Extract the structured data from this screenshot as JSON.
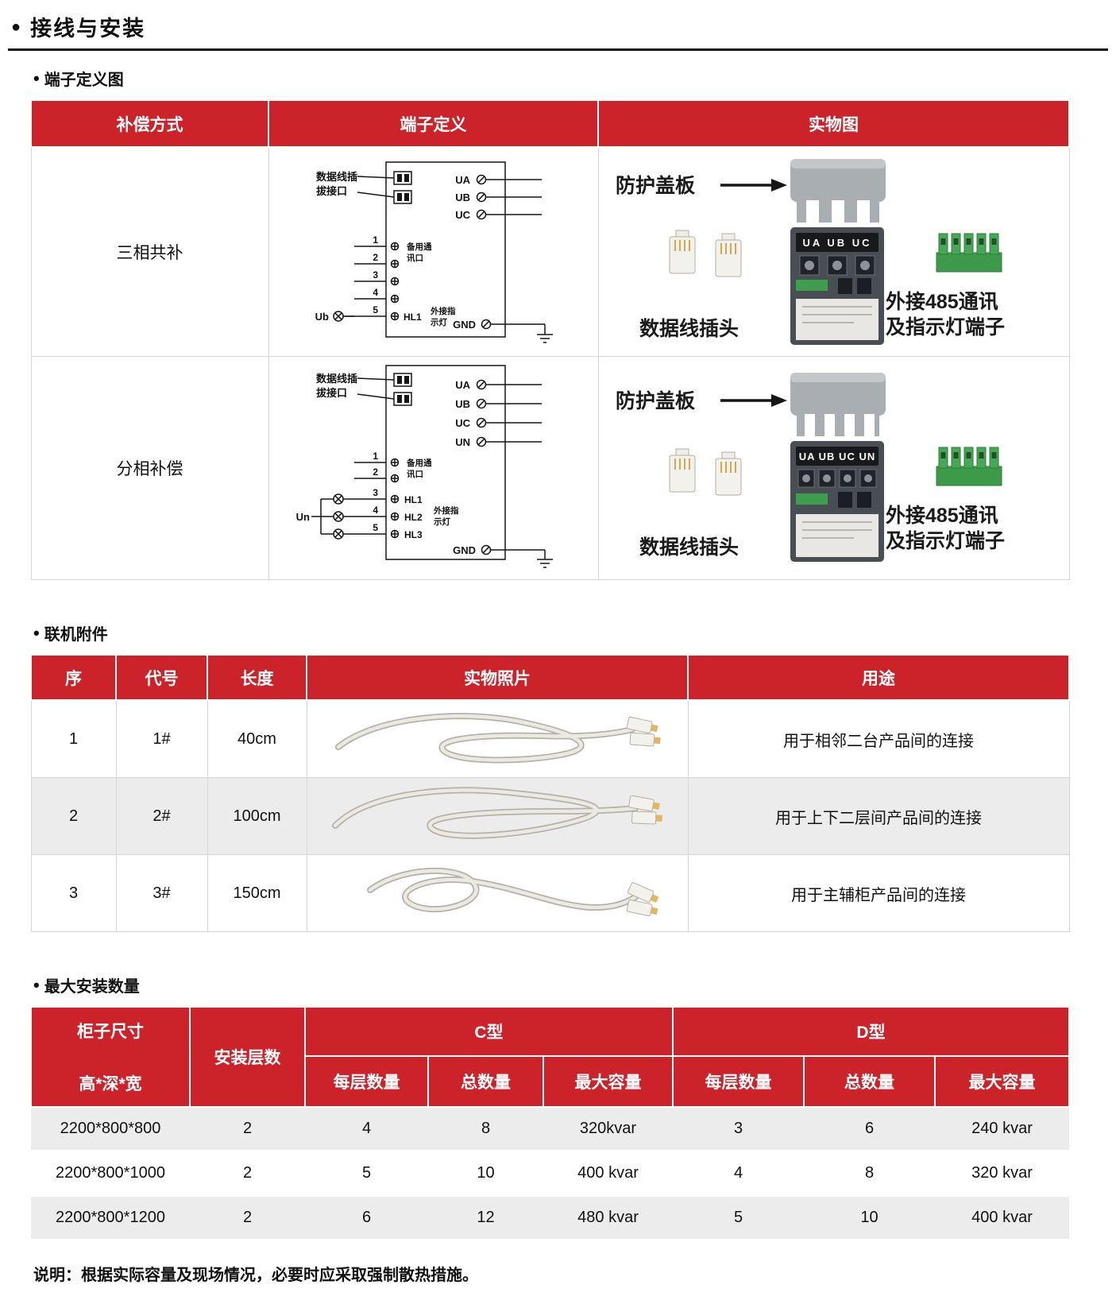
{
  "colors": {
    "header_red": "#cc2229",
    "row_alt": "#ececec"
  },
  "page": {
    "title": "接线与安装",
    "note": "说明：根据实际容量及现场情况，必要时应采取强制散热措施。"
  },
  "terminal_section": {
    "label": "端子定义图",
    "headers": [
      "补偿方式",
      "端子定义",
      "实物图"
    ],
    "rows": [
      {
        "method": "三相共补",
        "diagram": {
          "port_label_1": "数据线插",
          "port_label_2": "拔接口",
          "right_terminals": [
            "UA",
            "UB",
            "UC"
          ],
          "pins": [
            "1",
            "2",
            "3",
            "4",
            "5"
          ],
          "comm_label_1": "备用通",
          "comm_label_2": "讯口",
          "hl": "HL1",
          "ind_label_1": "外接指",
          "ind_label_2": "示灯",
          "lamp": "Ub",
          "gnd": "GND"
        },
        "photo": {
          "cover_label": "防护盖板",
          "plug_label": "数据线插头",
          "panel_terminals": "UA UB UC",
          "t485_label_1": "外接485通讯",
          "t485_label_2": "及指示灯端子"
        }
      },
      {
        "method": "分相补偿",
        "diagram": {
          "port_label_1": "数据线插",
          "port_label_2": "拔接口",
          "right_terminals": [
            "UA",
            "UB",
            "UC",
            "UN"
          ],
          "pins": [
            "1",
            "2",
            "3",
            "4",
            "5"
          ],
          "comm_label_1": "备用通",
          "comm_label_2": "讯口",
          "hls": [
            "HL1",
            "HL2",
            "HL3"
          ],
          "ind_label_1": "外接指",
          "ind_label_2": "示灯",
          "lamp": "Un",
          "gnd": "GND"
        },
        "photo": {
          "cover_label": "防护盖板",
          "plug_label": "数据线插头",
          "panel_terminals": "UA UB UC UN",
          "t485_label_1": "外接485通讯",
          "t485_label_2": "及指示灯端子"
        }
      }
    ]
  },
  "accessories_section": {
    "label": "联机附件",
    "headers": [
      "序",
      "代号",
      "长度",
      "实物照片",
      "用途"
    ],
    "rows": [
      {
        "seq": "1",
        "code": "1#",
        "length": "40cm",
        "use": "用于相邻二台产品间的连接"
      },
      {
        "seq": "2",
        "code": "2#",
        "length": "100cm",
        "use": "用于上下二层间产品间的连接"
      },
      {
        "seq": "3",
        "code": "3#",
        "length": "150cm",
        "use": "用于主辅柜产品间的连接"
      }
    ]
  },
  "capacity_section": {
    "label": "最大安装数量",
    "header": {
      "size_line1": "柜子尺寸",
      "size_line2": "高*深*宽",
      "layers": "安装层数",
      "c_type": "C型",
      "d_type": "D型",
      "sub": [
        "每层数量",
        "总数量",
        "最大容量",
        "每层数量",
        "总数量",
        "最大容量"
      ]
    },
    "rows": [
      {
        "size": "2200*800*800",
        "layers": "2",
        "c_per": "4",
        "c_total": "8",
        "c_cap": "320kvar",
        "d_per": "3",
        "d_total": "6",
        "d_cap": "240 kvar"
      },
      {
        "size": "2200*800*1000",
        "layers": "2",
        "c_per": "5",
        "c_total": "10",
        "c_cap": "400 kvar",
        "d_per": "4",
        "d_total": "8",
        "d_cap": "320 kvar"
      },
      {
        "size": "2200*800*1200",
        "layers": "2",
        "c_per": "6",
        "c_total": "12",
        "c_cap": "480 kvar",
        "d_per": "5",
        "d_total": "10",
        "d_cap": "400 kvar"
      }
    ]
  }
}
